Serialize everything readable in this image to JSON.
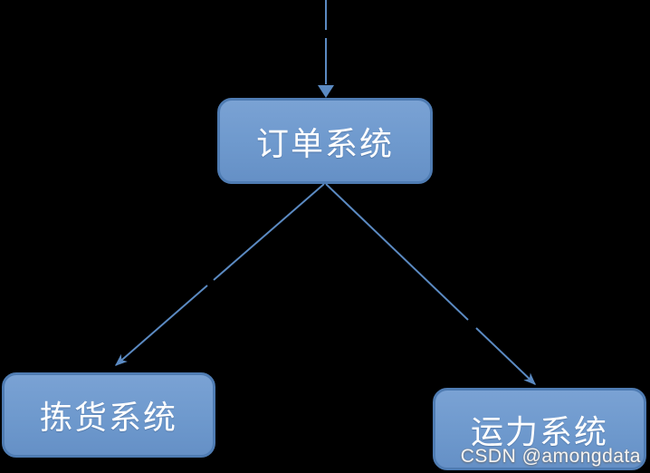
{
  "diagram": {
    "type": "flowchart",
    "nodes": [
      {
        "id": "order-system",
        "label": "订单系统"
      },
      {
        "id": "picking-system",
        "label": "拣货系统"
      },
      {
        "id": "capacity-system",
        "label": "运力系统"
      }
    ],
    "edges": [
      {
        "from": "offscreen-top",
        "to": "order-system",
        "style": "arrow"
      },
      {
        "from": "order-system",
        "to": "picking-system",
        "style": "arrow"
      },
      {
        "from": "order-system",
        "to": "capacity-system",
        "style": "arrow"
      }
    ],
    "colors": {
      "background": "#000000",
      "node_fill_top": "#7AA2D4",
      "node_fill_bottom": "#6590C6",
      "node_border": "#4F7CB3",
      "node_text": "#FFFFFF",
      "arrow": "#5B8AC2"
    }
  },
  "watermark": {
    "text": "CSDN @amongdata"
  }
}
